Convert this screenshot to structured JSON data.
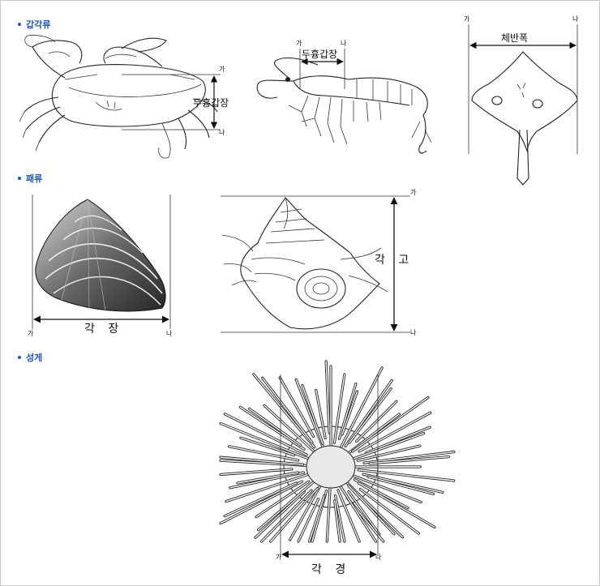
{
  "sections": {
    "crustacean": "갑각류",
    "shellfish": "패류",
    "urchin": "성게"
  },
  "points": {
    "start": "가",
    "end": "나"
  },
  "measures": {
    "crab_carapace": "두흉갑장",
    "shrimp_carapace": "두흉갑장",
    "ray_width": "체반폭",
    "clam_length": "각 장",
    "snail_height": "각 고",
    "urchin_diameter": "각 경"
  },
  "icons": [
    "crab-illustration",
    "shrimp-illustration",
    "skate-illustration",
    "clam-illustration",
    "conch-illustration",
    "sea-urchin-illustration"
  ]
}
